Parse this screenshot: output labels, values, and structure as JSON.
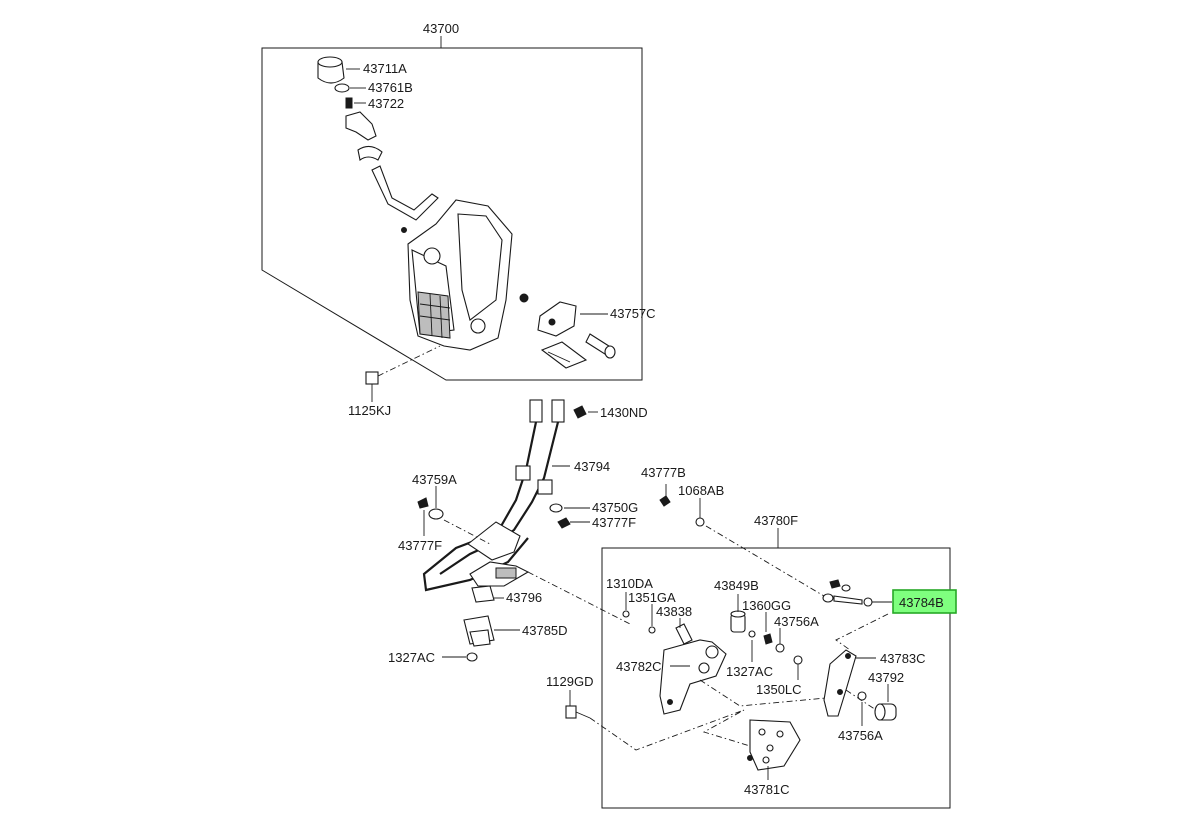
{
  "colors": {
    "line": "#1a1a1a",
    "background": "#ffffff",
    "highlight_fill": "#7fff7f",
    "highlight_stroke": "#26a826"
  },
  "highlighted_part": "43784B",
  "labels": {
    "p43700": "43700",
    "p43711A": "43711A",
    "p43761B": "43761B",
    "p43722": "43722",
    "p43757C": "43757C",
    "p1125KJ": "1125KJ",
    "p1430ND": "1430ND",
    "p43794": "43794",
    "p43759A": "43759A",
    "p43777B": "43777B",
    "p1068AB": "1068AB",
    "p43750G": "43750G",
    "p43777F_r": "43777F",
    "p43777F_l": "43777F",
    "p43780F": "43780F",
    "p43796": "43796",
    "p1310DA": "1310DA",
    "p1351GA": "1351GA",
    "p43838": "43838",
    "p43849B": "43849B",
    "p1360GG": "1360GG",
    "p43756A_top": "43756A",
    "p43784B": "43784B",
    "p43785D": "43785D",
    "p1327AC_l": "1327AC",
    "p43782C": "43782C",
    "p1327AC_r": "1327AC",
    "p43783C": "43783C",
    "p1350LC": "1350LC",
    "p43792": "43792",
    "p1129GD": "1129GD",
    "p43756A_bot": "43756A",
    "p43781C": "43781C"
  }
}
